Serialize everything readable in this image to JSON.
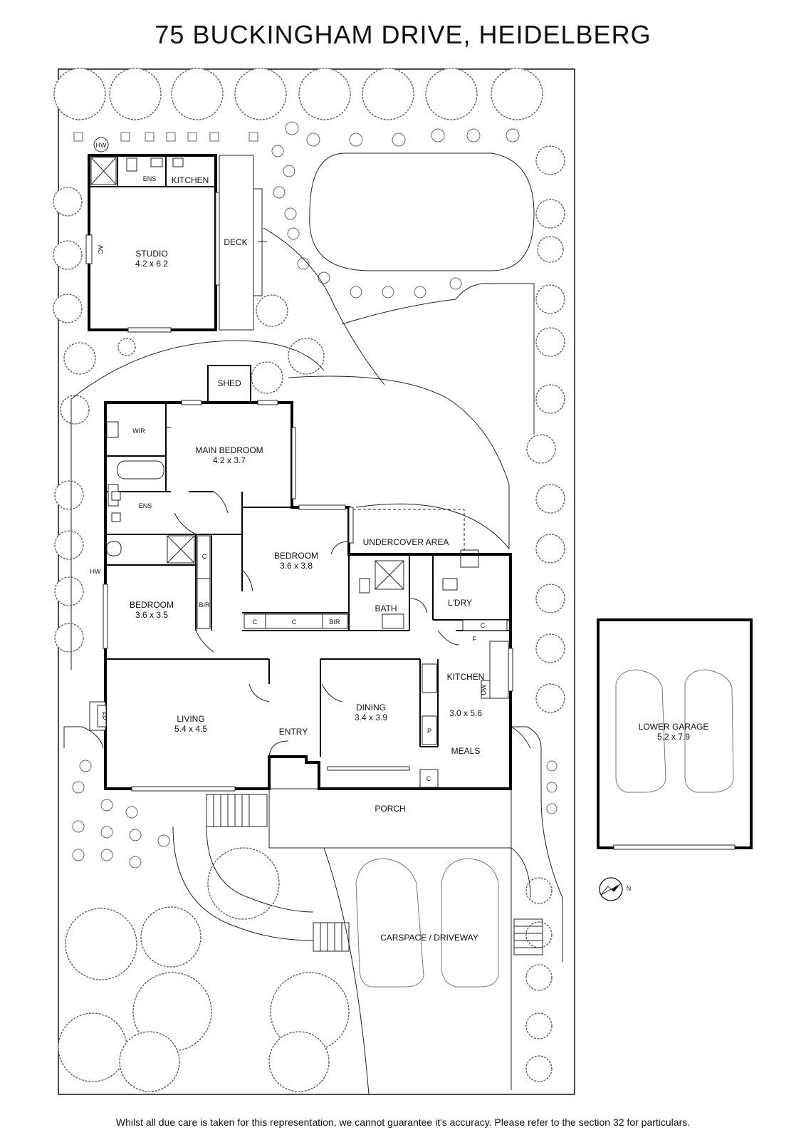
{
  "header": {
    "title": "75 BUCKINGHAM DRIVE, HEIDELBERG"
  },
  "footer": {
    "disclaimer": "Whilst all due care is taken for this representation, we cannot guarantee it's accuracy. Please refer to the section 32 for particulars."
  },
  "rooms": {
    "studio": {
      "name": "STUDIO",
      "size": "4.2 x 6.2"
    },
    "studio_ens": {
      "name": "ENS"
    },
    "studio_kitchen": {
      "name": "KITCHEN"
    },
    "studio_hw": {
      "name": "HW"
    },
    "studio_ac": {
      "name": "AC"
    },
    "deck": {
      "name": "DECK"
    },
    "shed": {
      "name": "SHED"
    },
    "wir": {
      "name": "WIR"
    },
    "main_bedroom": {
      "name": "MAIN BEDROOM",
      "size": "4.2 x 3.7"
    },
    "ens": {
      "name": "ENS"
    },
    "hw": {
      "name": "HW"
    },
    "linen_c": {
      "name": "C"
    },
    "bedroom_1": {
      "name": "BEDROOM",
      "size": "3.6 x 3.5"
    },
    "bir_1": {
      "name": "BIR"
    },
    "bedroom_2": {
      "name": "BEDROOM",
      "size": "3.6 x 3.8"
    },
    "robe_c1": {
      "name": "C"
    },
    "robe_c2": {
      "name": "C"
    },
    "bir_2": {
      "name": "BIR"
    },
    "bath": {
      "name": "BATH"
    },
    "undercover": {
      "name": "UNDERCOVER AREA"
    },
    "laundry": {
      "name": "L'DRY"
    },
    "laundry_c": {
      "name": "C"
    },
    "fridge": {
      "name": "F"
    },
    "kitchen": {
      "name": "KITCHEN",
      "size": "3.0 x 5.6"
    },
    "dw": {
      "name": "DW"
    },
    "pantry": {
      "name": "P"
    },
    "meals": {
      "name": "MEALS"
    },
    "living": {
      "name": "LIVING",
      "size": "5.4 x 4.5"
    },
    "fp": {
      "name": "FP"
    },
    "entry": {
      "name": "ENTRY"
    },
    "dining": {
      "name": "DINING",
      "size": "3.4 x 3.9"
    },
    "dining_c": {
      "name": "C"
    },
    "porch": {
      "name": "PORCH"
    },
    "carspace": {
      "name": "CARSPACE / DRIVEWAY"
    },
    "lower_garage": {
      "name": "LOWER GARAGE",
      "size": "5.2 x 7.9"
    }
  },
  "compass": {
    "label": "N"
  }
}
